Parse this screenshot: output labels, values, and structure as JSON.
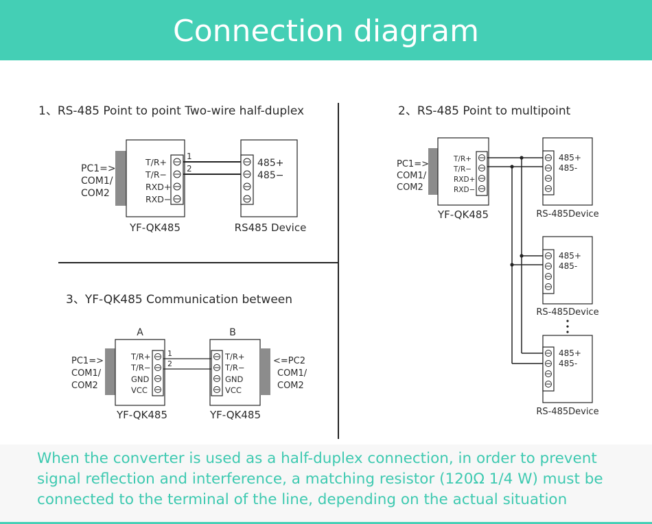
{
  "header": {
    "title": "Connection diagram"
  },
  "sections": {
    "s1": {
      "title": "1、RS-485 Point to point Two-wire half-duplex",
      "pc_lines": [
        "PC1=>",
        "COM1/",
        "COM2"
      ],
      "converter_pins": [
        "T/R+",
        "T/R−",
        "RXD+",
        "RXD−"
      ],
      "device_pins": [
        "485+",
        "485−"
      ],
      "wire_labels": [
        "1",
        "2"
      ],
      "converter_label": "YF-QK485",
      "device_label": "RS485 Device"
    },
    "s2": {
      "title": "2、RS-485 Point to multipoint",
      "pc_lines": [
        "PC1=>",
        "COM1/",
        "COM2"
      ],
      "converter_pins": [
        "T/R+",
        "T/R−",
        "RXD+",
        "RXD−"
      ],
      "converter_label": "YF-QK485",
      "device_pins": [
        "485+",
        "485-"
      ],
      "device_label": "RS-485Device"
    },
    "s3": {
      "title": "3、YF-QK485 Communication between",
      "unit_a": "A",
      "unit_b": "B",
      "pc_a_lines": [
        "PC1=>",
        "COM1/",
        "COM2"
      ],
      "pc_b_lines": [
        "<=PC2",
        "COM1/",
        "COM2"
      ],
      "pins": [
        "T/R+",
        "T/R−",
        "GND",
        "VCC"
      ],
      "wire_labels": [
        "1",
        "2"
      ],
      "converter_label": "YF-QK485"
    }
  },
  "note": "When the converter is used as a half-duplex connection, in order to prevent signal reflection and interference, a matching resistor (120Ω 1/4 W) must be connected to the terminal of the line, depending on the actual situation",
  "colors": {
    "accent": "#44cfb5",
    "note_text": "#3dc9b0",
    "connector_gray": "#8c8c8c",
    "line": "#222222"
  }
}
